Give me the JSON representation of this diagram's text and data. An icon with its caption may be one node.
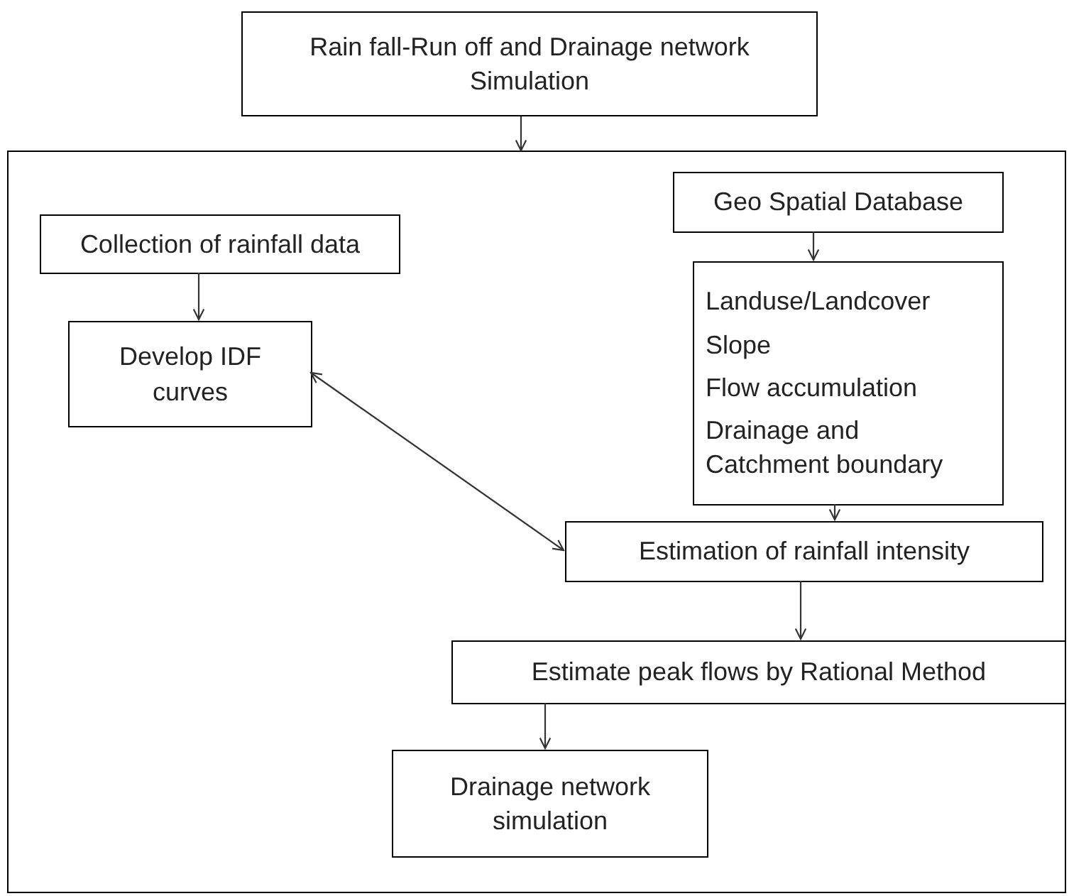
{
  "diagram": {
    "nodes": [
      {
        "text": [
          "Rain fall-Run off and Drainage network Simulation"
        ]
      },
      {
        "text": [],
        "shape": "box"
      },
      {
        "text": [
          "Collection of rainfall data"
        ],
        "in": 1
      },
      {
        "text": [
          "Develop IDF curves"
        ],
        "in": 1
      },
      {
        "text": [
          "Geo Spatial Database"
        ],
        "in": 1
      },
      {
        "text": [
          "Landuse/Landcover",
          "Slope",
          "Flow accumulation",
          "Drainage and Catchment boundary"
        ],
        "in": 1
      },
      {
        "text": [
          "Estimation of rainfall intensity"
        ],
        "in": 1
      },
      {
        "text": [
          "Estimate peak flows by Rational Method"
        ],
        "in": 1
      },
      {
        "text": [
          "Drainage network simulation"
        ],
        "in": 1
      }
    ],
    "edges": [
      {
        "from": 0,
        "to": 1,
        "arrow": "to"
      },
      {
        "from": 2,
        "to": 3,
        "arrow": "to"
      },
      {
        "from": 4,
        "to": 5,
        "arrow": "to"
      },
      {
        "from": 3,
        "to": 6,
        "arrow": "both"
      },
      {
        "from": 5,
        "to": 6,
        "arrow": "to"
      },
      {
        "from": 6,
        "to": 7,
        "arrow": "to"
      },
      {
        "from": 7,
        "to": 8,
        "arrow": "to"
      }
    ]
  }
}
